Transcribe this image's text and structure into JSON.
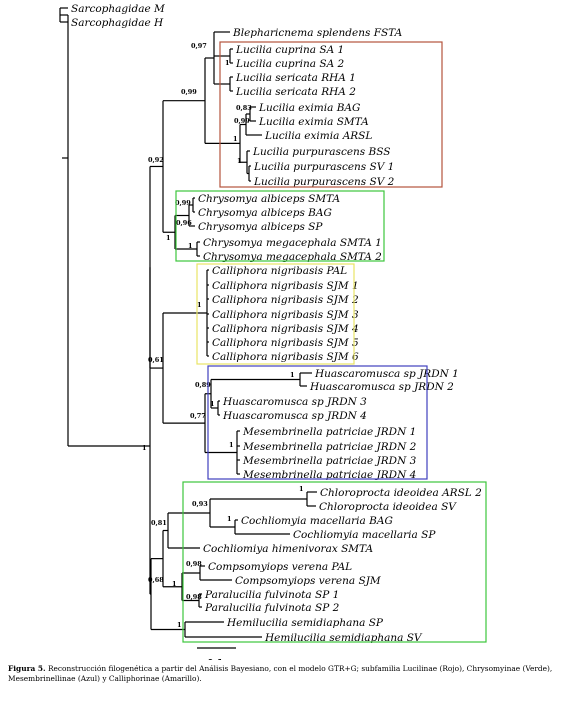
{
  "tree": {
    "leaves": [
      {
        "id": "sm",
        "label": "Sarcophagidae M"
      },
      {
        "id": "sh",
        "label": "Sarcophagidae H"
      },
      {
        "id": "bs",
        "label": "Blepharicnema splendens FSTA"
      },
      {
        "id": "lc1",
        "label": "Lucilia cuprina SA 1"
      },
      {
        "id": "lc2",
        "label": "Lucilia cuprina SA 2"
      },
      {
        "id": "ls1",
        "label": "Lucilia sericata RHA 1"
      },
      {
        "id": "ls2",
        "label": "Lucilia sericata RHA 2"
      },
      {
        "id": "le1",
        "label": "Lucilia eximia BAG"
      },
      {
        "id": "le2",
        "label": "Lucilia eximia SMTA"
      },
      {
        "id": "le3",
        "label": "Lucilia eximia ARSL"
      },
      {
        "id": "lp1",
        "label": "Lucilia purpurascens BSS"
      },
      {
        "id": "lp2",
        "label": "Lucilia purpurascens SV 1"
      },
      {
        "id": "lp3",
        "label": "Lucilia purpurascens SV 2"
      },
      {
        "id": "ca1",
        "label": "Chrysomya albiceps SMTA"
      },
      {
        "id": "ca2",
        "label": "Chrysomya albiceps BAG"
      },
      {
        "id": "ca3",
        "label": "Chrysomya albiceps SP"
      },
      {
        "id": "cm1",
        "label": "Chrysomya megacephala SMTA 1"
      },
      {
        "id": "cm2",
        "label": "Chrysomya megacephala SMTA 2"
      },
      {
        "id": "cn0",
        "label": "Calliphora nigribasis PAL"
      },
      {
        "id": "cn1",
        "label": "Calliphora nigribasis SJM 1"
      },
      {
        "id": "cn2",
        "label": "Calliphora nigribasis SJM 2"
      },
      {
        "id": "cn3",
        "label": "Calliphora nigribasis SJM 3"
      },
      {
        "id": "cn4",
        "label": "Calliphora nigribasis SJM 4"
      },
      {
        "id": "cn5",
        "label": "Calliphora nigribasis SJM 5"
      },
      {
        "id": "cn6",
        "label": "Calliphora nigribasis SJM 6"
      },
      {
        "id": "hu1",
        "label": "Huascaromusca sp JRDN 1"
      },
      {
        "id": "hu2",
        "label": "Huascaromusca sp JRDN 2"
      },
      {
        "id": "hu3",
        "label": "Huascaromusca sp JRDN 3"
      },
      {
        "id": "hu4",
        "label": "Huascaromusca sp JRDN 4"
      },
      {
        "id": "mp1",
        "label": "Mesembrinella patriciae JRDN 1"
      },
      {
        "id": "mp2",
        "label": "Mesembrinella patriciae JRDN 2"
      },
      {
        "id": "mp3",
        "label": "Mesembrinella patriciae JRDN 3"
      },
      {
        "id": "mp4",
        "label": "Mesembrinella patriciae JRDN 4"
      },
      {
        "id": "ci1",
        "label": "Chloroprocta ideoidea ARSL 2"
      },
      {
        "id": "ci2",
        "label": "Chloroprocta ideoidea SV"
      },
      {
        "id": "cma1",
        "label": "Cochliomyia macellaria BAG"
      },
      {
        "id": "cma2",
        "label": "Cochliomyia macellaria SP"
      },
      {
        "id": "chv",
        "label": "Cochliomiya himenivorax SMTA"
      },
      {
        "id": "cv1",
        "label": "Compsomyiops verena PAL"
      },
      {
        "id": "cv2",
        "label": "Compsomyiops verena SJM"
      },
      {
        "id": "pf1",
        "label": "Paralucilia fulvinota SP 1"
      },
      {
        "id": "pf2",
        "label": "Paralucilia fulvinota SP 2"
      },
      {
        "id": "hs1",
        "label": "Hemilucilia semidiaphana SP"
      },
      {
        "id": "hs2",
        "label": "Hemilucilia semidiaphana SV"
      }
    ],
    "support_values": [
      {
        "node": "n_lucilia_top",
        "value": "0,97"
      },
      {
        "node": "n_cuprina",
        "value": "1"
      },
      {
        "node": "n_lucilia_all",
        "value": "0,99"
      },
      {
        "node": "n_eximia_top",
        "value": "0,83"
      },
      {
        "node": "n_eximia",
        "value": "0,99"
      },
      {
        "node": "n_eximia_purp",
        "value": "1"
      },
      {
        "node": "n_purp",
        "value": "1"
      },
      {
        "node": "n_albiceps_in",
        "value": "0,99"
      },
      {
        "node": "n_albiceps",
        "value": "0,96"
      },
      {
        "node": "n_megacephala",
        "value": "1"
      },
      {
        "node": "n_chrysomya",
        "value": "1"
      },
      {
        "node": "n_lucilia_chrysomya",
        "value": "0,92"
      },
      {
        "node": "n_calliphora",
        "value": "1"
      },
      {
        "node": "n_huasc_top",
        "value": "1"
      },
      {
        "node": "n_huasc",
        "value": "0,89"
      },
      {
        "node": "n_huasc_bottom",
        "value": "1"
      },
      {
        "node": "n_mesembrinella",
        "value": "1"
      },
      {
        "node": "n_mesembrinellinae",
        "value": "0,77"
      },
      {
        "node": "n_calli_mesemb",
        "value": "0,61"
      },
      {
        "node": "n_root",
        "value": "1"
      },
      {
        "node": "n_chloroprocta",
        "value": "1"
      },
      {
        "node": "n_chloro_coch",
        "value": "0,93"
      },
      {
        "node": "n_cochliomyia",
        "value": "1"
      },
      {
        "node": "n_chrysomyinae_a",
        "value": "0,81"
      },
      {
        "node": "n_compsomyiops",
        "value": "0,98"
      },
      {
        "node": "n_paralucilia",
        "value": "0,98"
      },
      {
        "node": "n_compso_paral",
        "value": "1"
      },
      {
        "node": "n_chrysomyinae_b",
        "value": "0,68"
      },
      {
        "node": "n_hemilucilia",
        "value": "1"
      }
    ],
    "groups": [
      {
        "name": "Lucilinae",
        "color": "#b5533c"
      },
      {
        "name": "Chrysomyinae",
        "color": "#3cc63c"
      },
      {
        "name": "Calliphorinae",
        "color": "#e8e466"
      },
      {
        "name": "Mesembrinellinae",
        "color": "#3f3fbf"
      },
      {
        "name": "Chrysomyinae",
        "color": "#3cc63c"
      }
    ],
    "scale_bar": {
      "label": "0.1"
    }
  },
  "caption": {
    "label": "Figura 5.",
    "text": "Reconstrucción filogenética a partir del Análisis Bayesiano, con el modelo GTR+G; subfamilia Lucilinae (Rojo), Chrysomyinae (Verde), Mesembrinellinae (Azul) y Calliphorinae (Amarillo)."
  }
}
